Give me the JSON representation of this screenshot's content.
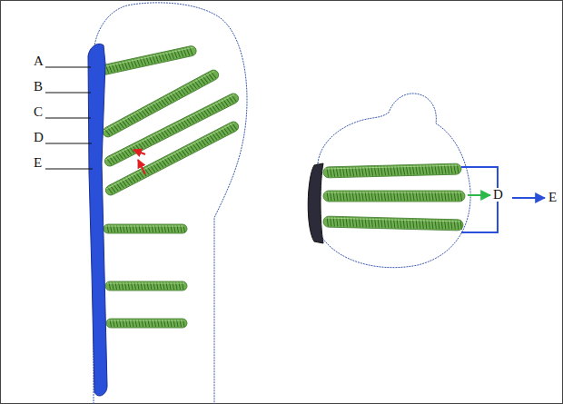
{
  "diagram": {
    "labels": [
      "A",
      "B",
      "C",
      "D",
      "E",
      "D",
      "E"
    ]
  }
}
